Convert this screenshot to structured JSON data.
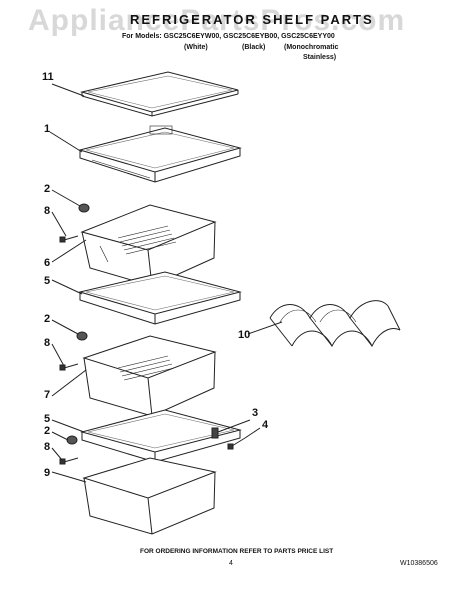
{
  "watermark": "AppliancePartsPros.com",
  "header": {
    "title": "REFRIGERATOR SHELF PARTS",
    "models_line": "For Models: GSC25C6EYW00, GSC25C6EYB00, GSC25C6EYY00",
    "variant_white": "(White)",
    "variant_black": "(Black)",
    "variant_mono_1": "(Monochromatic",
    "variant_mono_2": "Stainless)"
  },
  "callouts": [
    "11",
    "1",
    "2",
    "8",
    "6",
    "5",
    "2",
    "8",
    "7",
    "10",
    "3",
    "4",
    "5",
    "2",
    "8",
    "9"
  ],
  "footer": {
    "ordering_info": "FOR ORDERING INFORMATION REFER TO PARTS PRICE LIST",
    "page_number": "4",
    "document_number": "W10386506"
  }
}
